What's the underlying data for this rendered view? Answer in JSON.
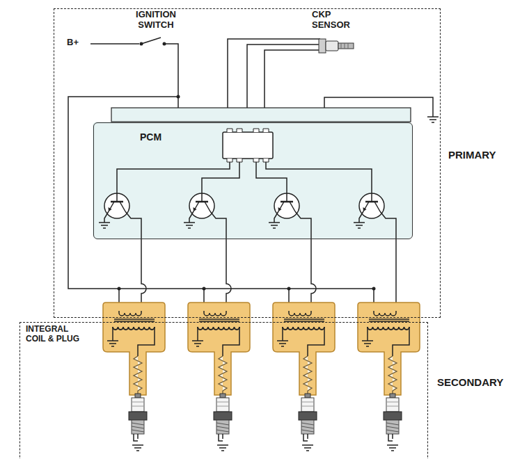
{
  "diagram": {
    "nodes": [
      {
        "text": [
          "PRIMARY"
        ]
      },
      {
        "text": [
          "PCM"
        ],
        "in": 0
      },
      {
        "text": [
          "INTEGRAL COIL & PLUG",
          "SECONDARY"
        ]
      }
    ],
    "labels": [
      "IGNITION SWITCH",
      "B+",
      "CKP SENSOR"
    ]
  }
}
